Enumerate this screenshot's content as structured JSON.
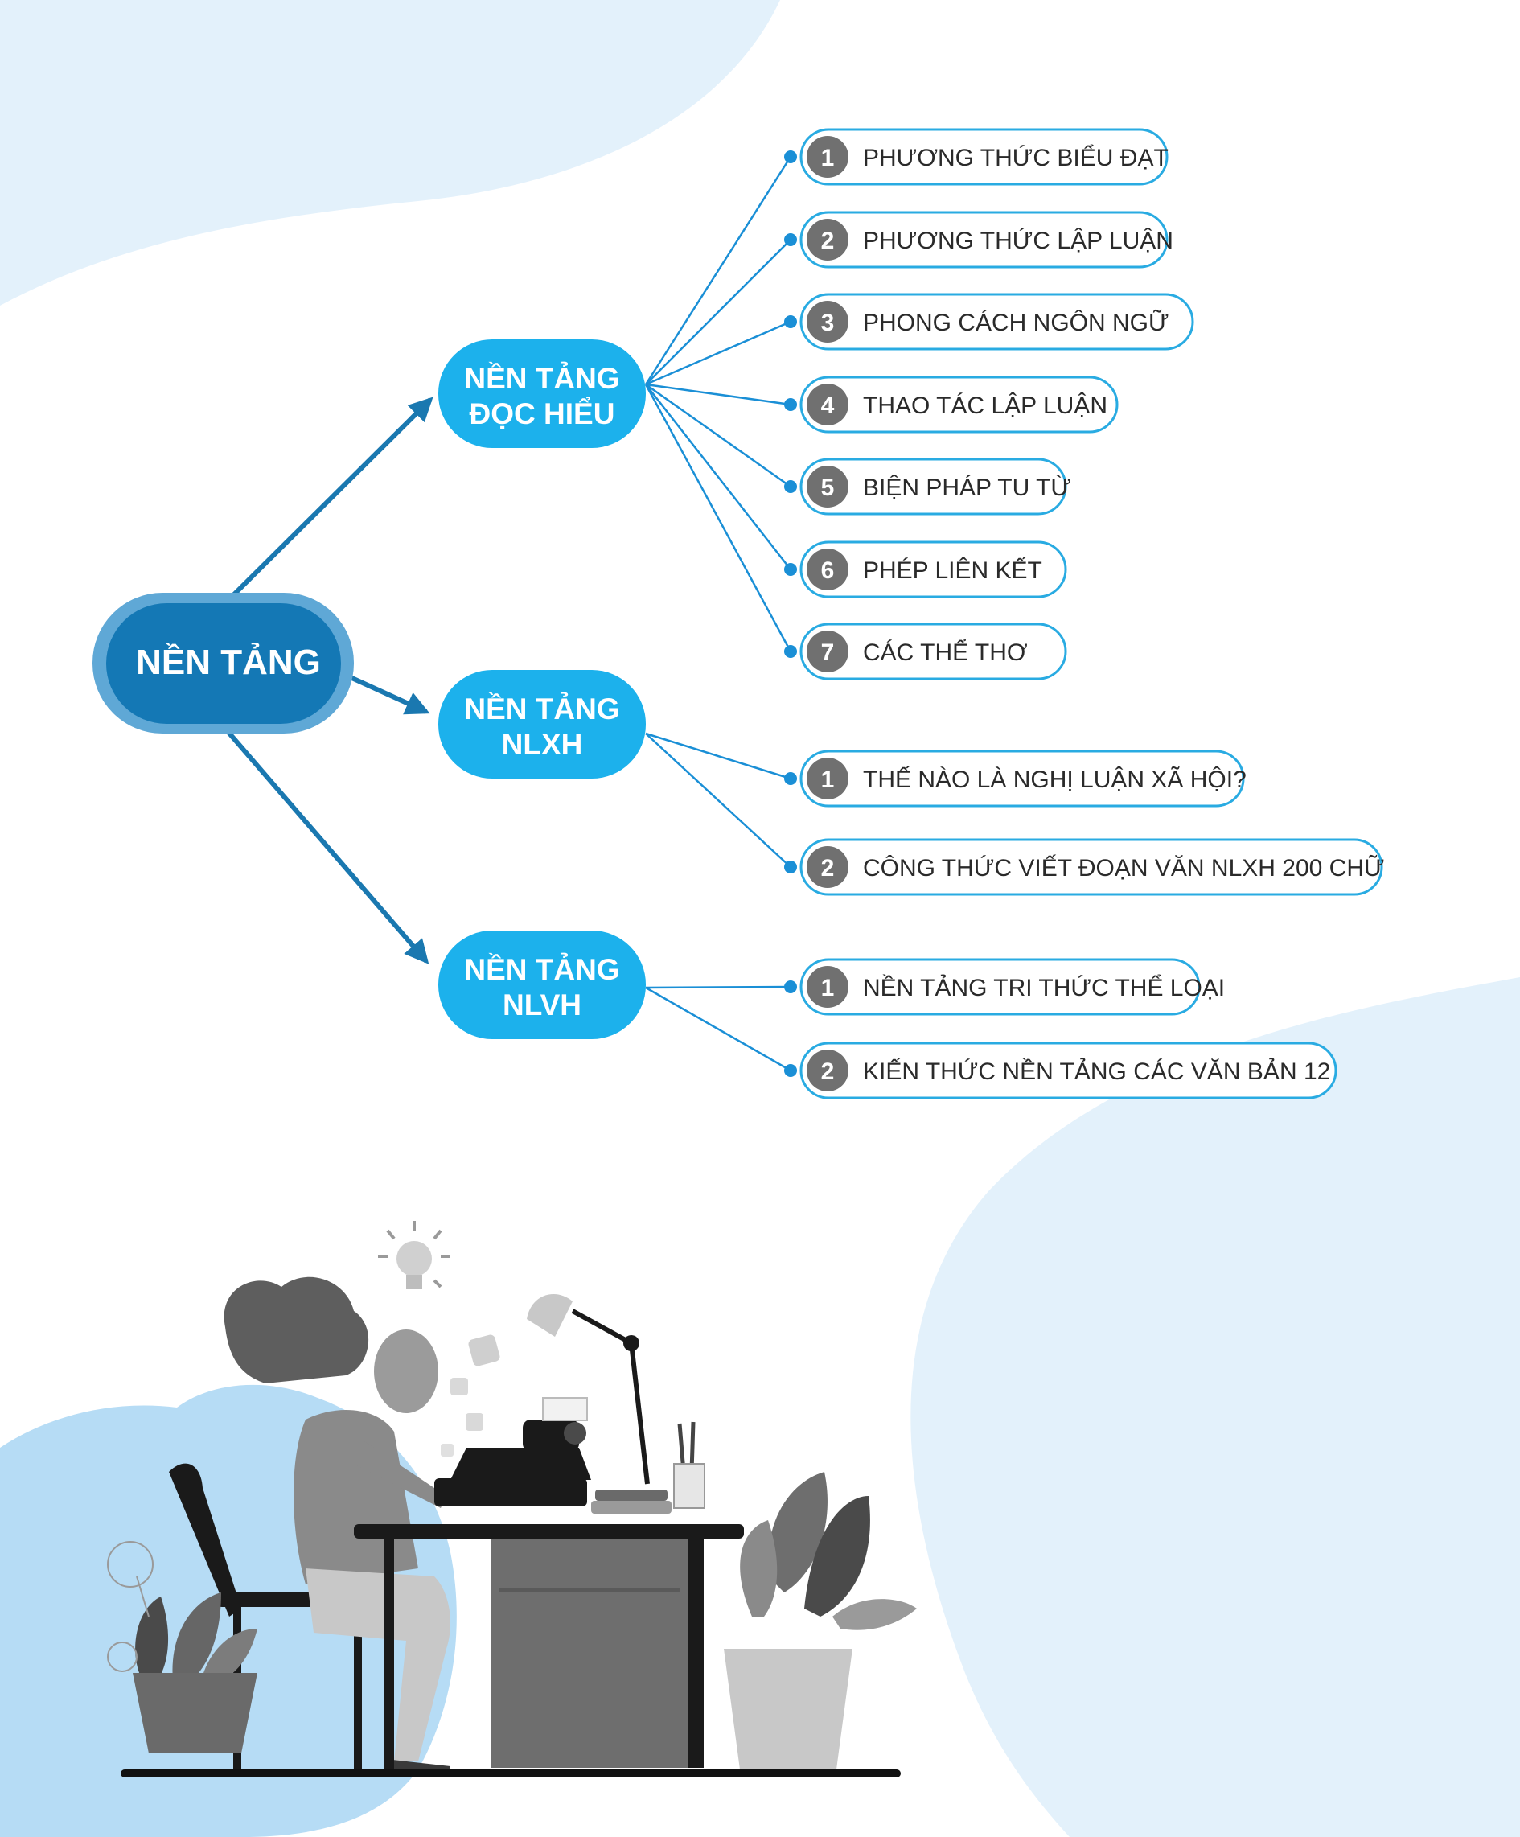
{
  "colors": {
    "background_blob": "#e3f1fb",
    "root_fill": "#1478b5",
    "root_halo": "#5fa8d6",
    "branch_fill": "#1cb1ec",
    "connector": "#1a8fd6",
    "arrow": "#1a78b0",
    "leaf_border": "#29abe2",
    "number_badge": "#707070",
    "leaf_text": "#2a2a2a"
  },
  "root": {
    "label": "NỀN TẢNG"
  },
  "branches": [
    {
      "id": "doc-hieu",
      "lines": [
        "NỀN TẢNG",
        "ĐỌC HIỂU"
      ],
      "items": [
        {
          "num": "1",
          "label": "PHƯƠNG THỨC BIỂU ĐẠT"
        },
        {
          "num": "2",
          "label": "PHƯƠNG THỨC LẬP LUẬN"
        },
        {
          "num": "3",
          "label": "PHONG CÁCH NGÔN NGỮ"
        },
        {
          "num": "4",
          "label": "THAO TÁC LẬP LUẬN"
        },
        {
          "num": "5",
          "label": "BIỆN PHÁP TU TỪ"
        },
        {
          "num": "6",
          "label": "PHÉP LIÊN KẾT"
        },
        {
          "num": "7",
          "label": "CÁC THỂ THƠ"
        }
      ]
    },
    {
      "id": "nlxh",
      "lines": [
        "NỀN TẢNG",
        "NLXH"
      ],
      "items": [
        {
          "num": "1",
          "label": "THẾ NÀO LÀ NGHỊ LUẬN XÃ HỘI?"
        },
        {
          "num": "2",
          "label": "CÔNG THỨC VIẾT ĐOẠN VĂN NLXH 200 CHỮ"
        }
      ]
    },
    {
      "id": "nlvh",
      "lines": [
        "NỀN TẢNG",
        "NLVH"
      ],
      "items": [
        {
          "num": "1",
          "label": "NỀN TẢNG TRI THỨC THỂ LOẠI"
        },
        {
          "num": "2",
          "label": "KIẾN THỨC NỀN TẢNG CÁC VĂN BẢN 12"
        }
      ]
    }
  ],
  "illustration": {
    "icon": "woman-typewriter-illustration"
  }
}
